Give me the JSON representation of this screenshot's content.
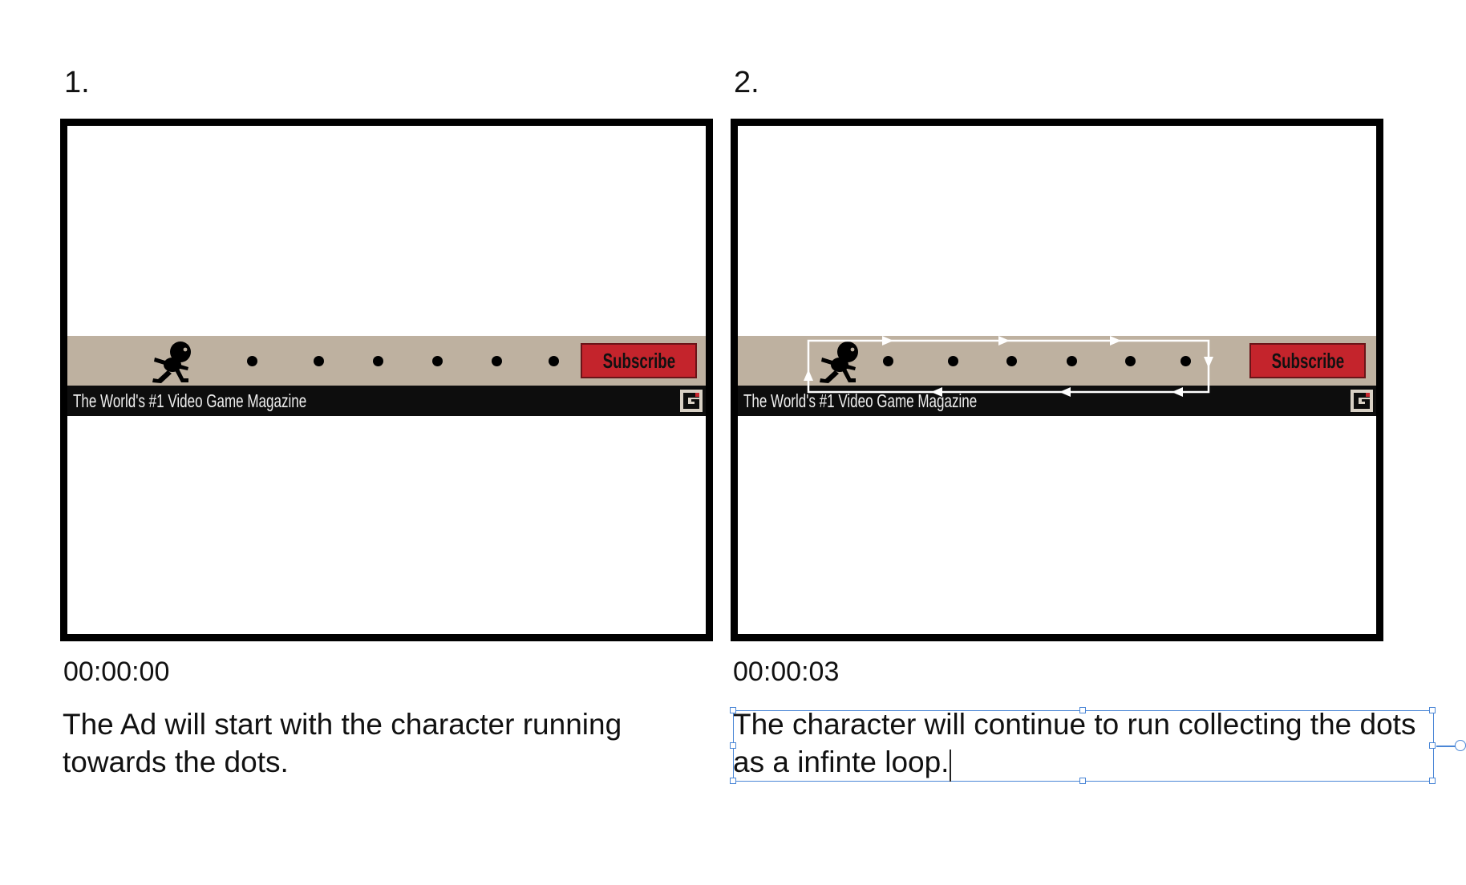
{
  "panels": [
    {
      "number": "1.",
      "timestamp": "00:00:00",
      "caption_lines": [
        "The Ad will start with the character running",
        "towards the dots."
      ],
      "banner": {
        "tagline": "The World's #1 Video Game Magazine",
        "subscribe_label": "Subscribe",
        "dot_count": 6,
        "shows_loop_path": false
      }
    },
    {
      "number": "2.",
      "timestamp": "00:00:03",
      "caption_lines": [
        "The character will continue to run collecting the dots",
        "as a infinte loop."
      ],
      "banner": {
        "tagline": "The World's #1 Video Game Magazine",
        "subscribe_label": "Subscribe",
        "dot_count": 6,
        "shows_loop_path": true
      }
    }
  ],
  "colors": {
    "banner_tan": "#beb1a0",
    "banner_dark": "#0d0d0d",
    "subscribe_red": "#c4242c",
    "frame_border": "#000000",
    "selection_blue": "#4a86d6"
  },
  "icons": {
    "runner": "running-character-icon",
    "logo": "magazine-g-logo-icon",
    "loop_arrows": "loop-path-arrow-icon"
  },
  "editor_state": {
    "selected_text_box": "panel-2-caption",
    "text_cursor_visible": true
  }
}
